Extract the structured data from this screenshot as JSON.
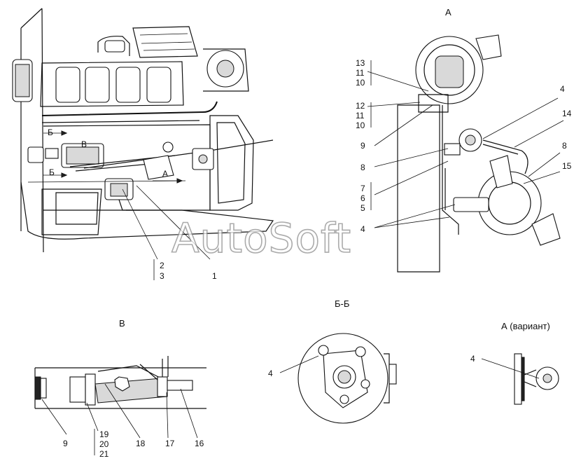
{
  "views": {
    "main": {
      "callouts": [
        "Б",
        "В",
        "Б",
        "А",
        "2",
        "3",
        "1"
      ]
    },
    "view_a": {
      "title": "А",
      "callouts": [
        "13",
        "11",
        "10",
        "12",
        "11",
        "10",
        "9",
        "8",
        "7",
        "6",
        "5",
        "4",
        "4",
        "14",
        "8",
        "15"
      ]
    },
    "view_v": {
      "title": "В",
      "callouts": [
        "9",
        "19",
        "20",
        "21",
        "18",
        "17",
        "16"
      ]
    },
    "view_bb": {
      "title": "Б-Б",
      "callouts": [
        "4"
      ]
    },
    "view_a_variant": {
      "title": "А (вариант)",
      "callouts": [
        "4"
      ]
    }
  },
  "watermark": "AutoSoft"
}
